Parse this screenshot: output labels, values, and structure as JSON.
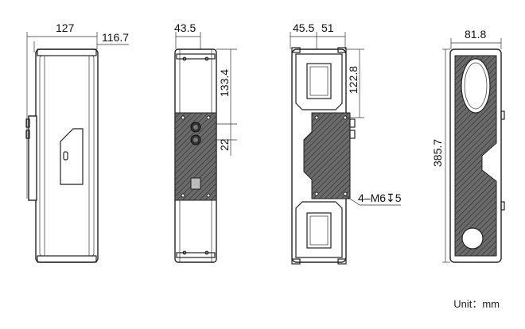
{
  "colors": {
    "line": "#222222",
    "hatch": "#5a5a5a",
    "background": "#ffffff"
  },
  "views": {
    "side": {
      "dim_depth": "127",
      "dim_inner": "116.7"
    },
    "back": {
      "dim_width": "43.5",
      "dim_height": "133.4",
      "dim_offset": "22"
    },
    "rear": {
      "dim_left": "45.5",
      "dim_right": "51",
      "dim_height": "122.8",
      "thread": "4–M6↧5"
    },
    "front": {
      "dim_width": "81.8",
      "dim_height": "385.7"
    }
  },
  "unit_label": "Unit：mm"
}
